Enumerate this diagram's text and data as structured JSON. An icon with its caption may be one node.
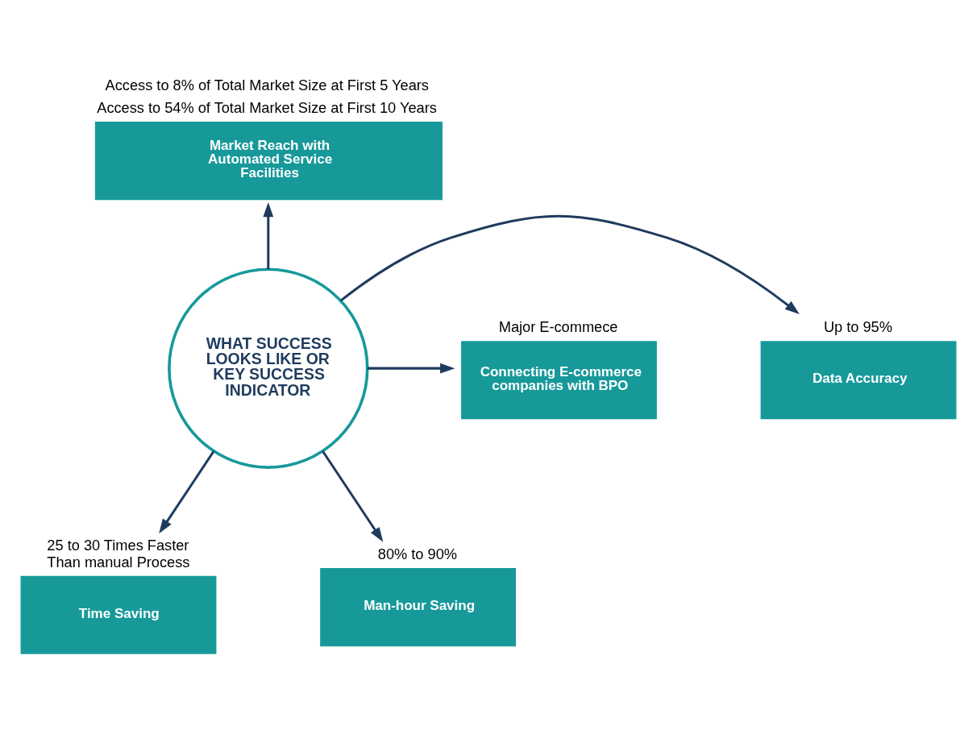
{
  "diagram": {
    "nodes": [
      {
        "text": [
          "Market Reach with Automated Service Facilities"
        ],
        "beside": [
          "Access to 8% of Total Market Size at First 5 Years",
          "Access to 54% of Total Market Size at First 10 Years"
        ]
      },
      {
        "text": [
          "Data Accuracy"
        ],
        "beside": [
          "Up to 95%"
        ]
      },
      {
        "text": [
          "Connecting E-commerce companies with BPO"
        ],
        "beside": [
          "Major E-commece"
        ]
      },
      {
        "text": [
          "WHAT SUCCESS LOOKS LIKE OR KEY SUCCESS INDICATOR"
        ]
      },
      {
        "text": [
          "Time Saving"
        ],
        "beside": [
          "25 to 30 Times Faster Than manual Process"
        ]
      },
      {
        "text": [
          "Man-hour Saving"
        ],
        "beside": [
          "80% to 90%"
        ]
      }
    ],
    "edges": [
      {
        "from": 3,
        "to": 0,
        "arrow": "to"
      },
      {
        "from": 3,
        "to": 1,
        "arrow": "to"
      },
      {
        "from": 3,
        "to": 2,
        "arrow": "to"
      },
      {
        "from": 3,
        "to": 4,
        "arrow": "to"
      },
      {
        "from": 3,
        "to": 5,
        "arrow": "to"
      }
    ]
  }
}
